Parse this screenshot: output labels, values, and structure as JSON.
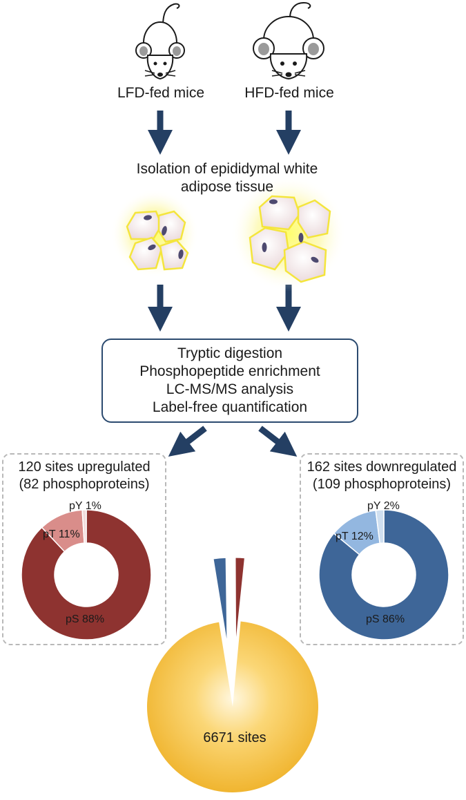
{
  "mice": {
    "lfd_label": "LFD-fed mice",
    "hfd_label": "HFD-fed mice"
  },
  "isolation": {
    "line1": "Isolation of epididymal white",
    "line2": "adipose tissue"
  },
  "process_steps": [
    "Tryptic digestion",
    "Phosphopeptide enrichment",
    "LC-MS/MS analysis",
    "Label-free quantification"
  ],
  "upregulated": {
    "line1": "120 sites upregulated",
    "line2": "(82 phosphoproteins)"
  },
  "downregulated": {
    "line1": "162 sites downregulated",
    "line2": "(109 phosphoproteins)"
  },
  "total": {
    "label": "6671 sites"
  },
  "colors": {
    "arrow": "#243f63",
    "up_pS": "#8e3330",
    "up_pT": "#d98d8a",
    "up_pY": "#f2dcdc",
    "down_pS": "#3e6698",
    "down_pT": "#93b7e0",
    "down_pY": "#cfdff0",
    "total_fill": "#f2bb36",
    "cell_fill": "#f3e9ea",
    "cell_border": "#f5e94a",
    "nucleus": "#4e4a70"
  },
  "chart_data": [
    {
      "type": "pie",
      "variant": "donut",
      "labels": [
        "pS",
        "pT",
        "pY"
      ],
      "values": [
        88,
        11,
        1
      ],
      "label_text": [
        "pS 88%",
        "pT 11%",
        "pY 1%"
      ]
    },
    {
      "type": "pie",
      "variant": "donut",
      "labels": [
        "pS",
        "pT",
        "pY"
      ],
      "values": [
        86,
        12,
        2
      ],
      "label_text": [
        "pS 86%",
        "pT 12%",
        "pY 2%"
      ]
    },
    {
      "type": "pie",
      "values": [
        6671,
        162,
        120
      ],
      "label_text": [
        "6671 sites"
      ]
    }
  ]
}
